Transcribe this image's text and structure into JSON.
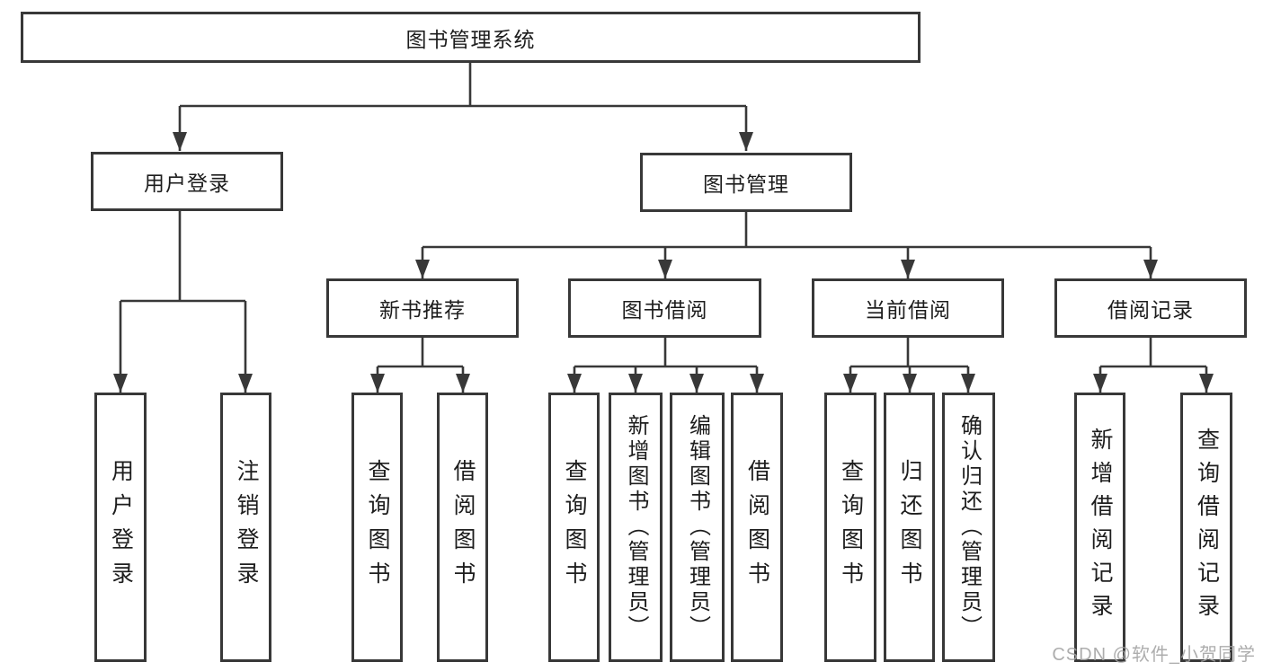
{
  "diagram": {
    "root": {
      "label": "图书管理系统"
    },
    "level2": [
      {
        "label": "用户登录",
        "children": [
          "用户登录",
          "注销登录"
        ]
      },
      {
        "label": "图书管理"
      }
    ],
    "level3": [
      {
        "label": "新书推荐",
        "children": [
          "查询图书",
          "借阅图书"
        ]
      },
      {
        "label": "图书借阅",
        "children": [
          "查询图书",
          "新增图书（管理员）",
          "编辑图书（管理员）",
          "借阅图书"
        ]
      },
      {
        "label": "当前借阅",
        "children": [
          "查询图书",
          "归还图书",
          "确认归还（管理员）"
        ]
      },
      {
        "label": "借阅记录",
        "children": [
          "新增借阅记录",
          "查询借阅记录"
        ]
      }
    ]
  },
  "watermark": {
    "text": "CSDN @软件_小贺同学"
  },
  "colors": {
    "line": "#383838",
    "box_border": "#383838",
    "text": "#1d1d1d",
    "watermark": "#a2a2a2",
    "background": "#ffffff"
  }
}
